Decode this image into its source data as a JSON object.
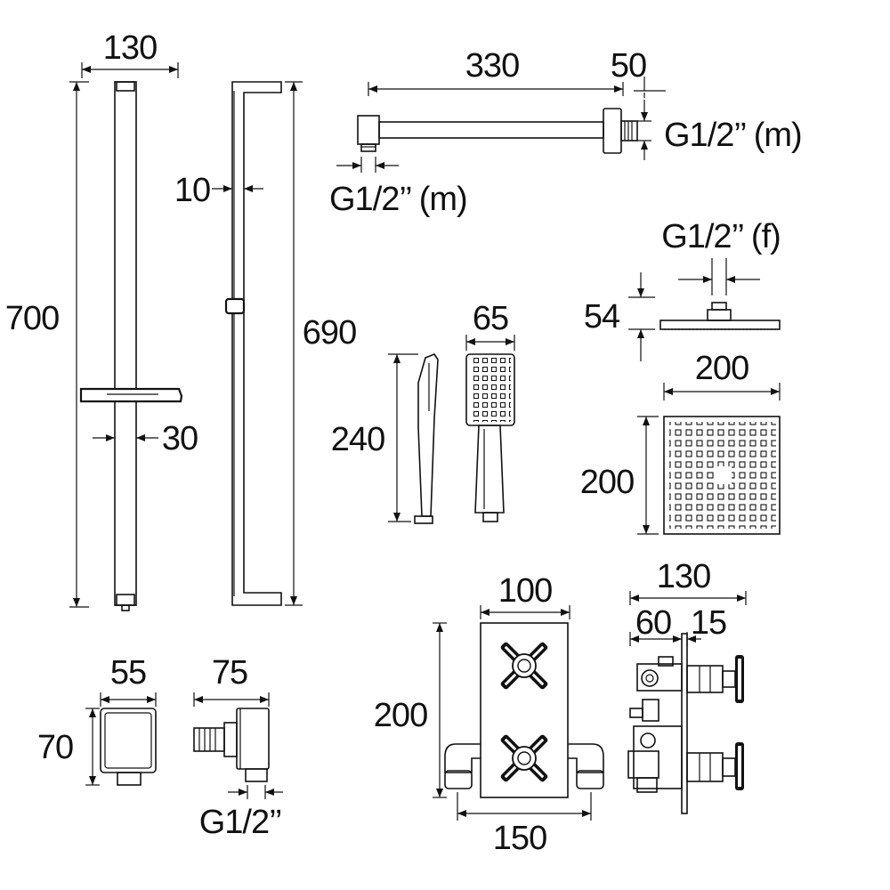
{
  "drawing": {
    "slide_rail": {
      "width": "130",
      "height": "700",
      "tube": "30"
    },
    "rail_side": {
      "depth": "10",
      "height": "690"
    },
    "shower_arm": {
      "length": "330",
      "flange": "50",
      "thread_out": "G1/2’’ (m)",
      "thread_in": "G1/2’’ (m)"
    },
    "overhead_head": {
      "thread": "G1/2’’ (f)",
      "depth": "54",
      "width": "200",
      "height": "200"
    },
    "handset": {
      "width": "65",
      "length": "240"
    },
    "wall_outlet": {
      "width": "55",
      "height": "70",
      "depth": "75",
      "thread": "G1/2’’"
    },
    "valve": {
      "plate_width": "100",
      "height": "200",
      "centres": "150",
      "depth": "130",
      "body": "60",
      "handle": "15"
    }
  }
}
